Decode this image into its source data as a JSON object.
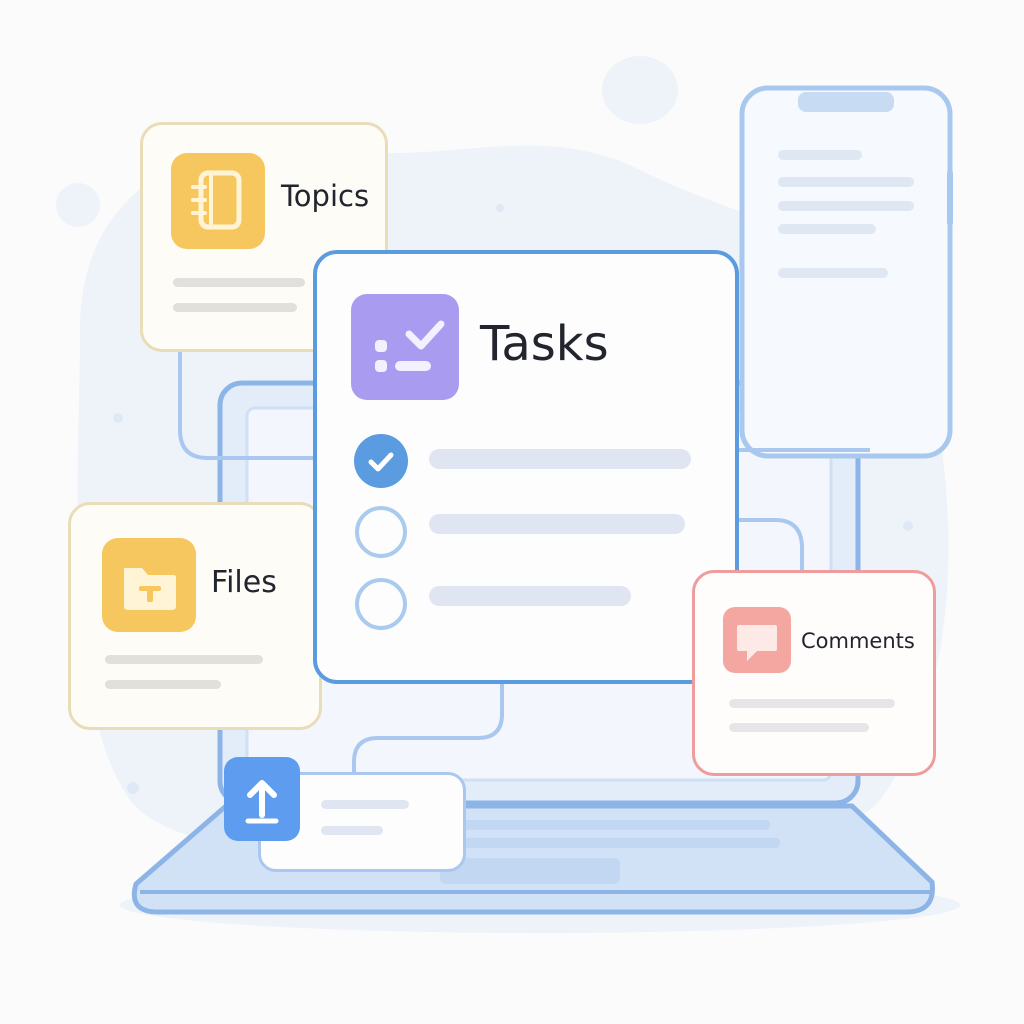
{
  "cards": {
    "topics": {
      "title": "Topics"
    },
    "tasks": {
      "title": "Tasks",
      "items": [
        {
          "checked": true
        },
        {
          "checked": false
        },
        {
          "checked": false
        }
      ]
    },
    "files": {
      "title": "Files"
    },
    "comments": {
      "title": "Comments"
    }
  },
  "icons": {
    "topics": "notebook-icon",
    "tasks": "checklist-icon",
    "files": "folder-icon",
    "comments": "speech-bubble-icon",
    "upload": "upload-arrow-icon"
  },
  "colors": {
    "background": "#fbfbfb",
    "blob": "#eef3fa",
    "device_outline": "#8db4e6",
    "tasks_border": "#5b9bdf",
    "tasks_icon": "#a99cf0",
    "topics_files_icon": "#f7c75f",
    "topics_files_border": "#e9dcb8",
    "comments_icon": "#f4a7a0",
    "comments_border": "#ef9c9c",
    "upload_icon": "#5d9cef",
    "skeleton": "#dfe6f2",
    "checked": "#5b9bdf"
  }
}
